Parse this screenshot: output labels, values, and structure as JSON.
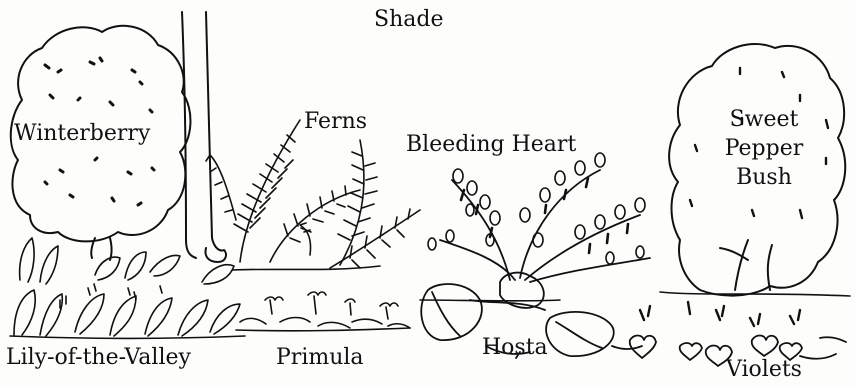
{
  "title": "Shade",
  "plants": {
    "winterberry": "Winterberry",
    "ferns": "Ferns",
    "bleeding_heart": "Bleeding Heart",
    "sweet_pepper_bush": [
      "Sweet",
      "Pepper",
      "Bush"
    ],
    "lily_of_the_valley": "Lily-of-the-Valley",
    "primula": "Primula",
    "hosta": "Hosta",
    "violets": "Violets"
  },
  "colors": {
    "ink": "#111111",
    "paper": "#fdfdfc"
  }
}
